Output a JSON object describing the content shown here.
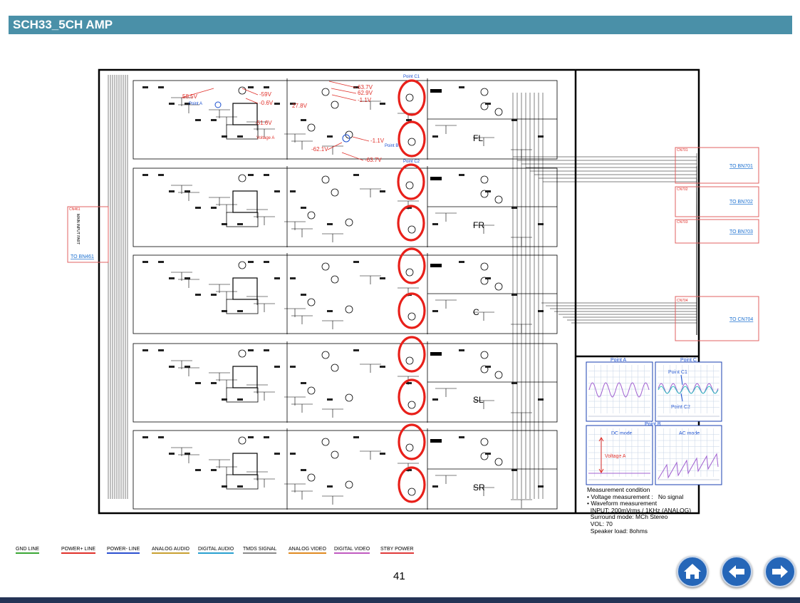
{
  "header": {
    "title": "SCH33_5CH AMP"
  },
  "channels": [
    "FL",
    "FR",
    "C",
    "SL",
    "SR"
  ],
  "voltages": [
    "58.5V",
    "-59V",
    "-0.6V",
    "27.8V",
    "-51.6V",
    "63.7V",
    "62.9V",
    "-1.1V",
    "-1.1V",
    "-62.1V",
    "-63.7V"
  ],
  "probe_points": {
    "a": "Point A",
    "b": "Point B",
    "c1": "Point C1",
    "c2": "Point C2",
    "voltage_a": "Voltage A"
  },
  "connectors": {
    "cn461": "CN461",
    "to_bn461": "TO BN461",
    "main_input_part": "MAIN INPUT PART",
    "cn701": "CN701",
    "to_bn701": "TO BN701",
    "cn702": "CN702",
    "to_bn702": "TO BN702",
    "cn703": "CN703",
    "to_bn703": "TO BN703",
    "cn704": "CN704",
    "to_cn704": "TO CN704"
  },
  "waveforms": {
    "point_a": "Point A",
    "point_c": "Point C",
    "point_b": "Point B",
    "point_c1": "Point C1",
    "point_c2": "Point C2",
    "dc_mode": "DC mode",
    "ac_mode": "AC mode",
    "voltage_a": "Voltage A"
  },
  "measurement": {
    "title": "Measurement condition",
    "voltage": "• Voltage measurement :   No signal",
    "waveform": "• Waveform measurement",
    "input": "  INPUT: 200mVrms / 1KHz (ANALOG)",
    "surround": "  Surround mode: MCh Stereo",
    "vol": "  VOL: 70",
    "load": "  Speaker load: 8ohms"
  },
  "legend": [
    {
      "label": "GND LINE",
      "color": "#3aa635"
    },
    {
      "label": "POWER+ LINE",
      "color": "#e0302a"
    },
    {
      "label": "POWER- LINE",
      "color": "#2a4fd0"
    },
    {
      "label": "ANALOG AUDIO",
      "color": "#c8a030"
    },
    {
      "label": "DIGITAL AUDIO",
      "color": "#28a0d0"
    },
    {
      "label": "TMDS SIGNAL",
      "color": "#8a8a8a"
    },
    {
      "label": "ANALOG VIDEO",
      "color": "#e08a20"
    },
    {
      "label": "DIGITAL VIDEO",
      "color": "#c05ac0"
    },
    {
      "label": "STBY POWER",
      "color": "#e03a3a"
    }
  ],
  "page_number": "41",
  "nav": {
    "home": "home-icon",
    "back": "arrow-left-icon",
    "forward": "arrow-right-icon"
  },
  "colors": {
    "header": "#4a90a8",
    "annotation_red": "#e0302a",
    "probe_blue": "#1a4fd0",
    "nav_blue": "#2566b8"
  }
}
